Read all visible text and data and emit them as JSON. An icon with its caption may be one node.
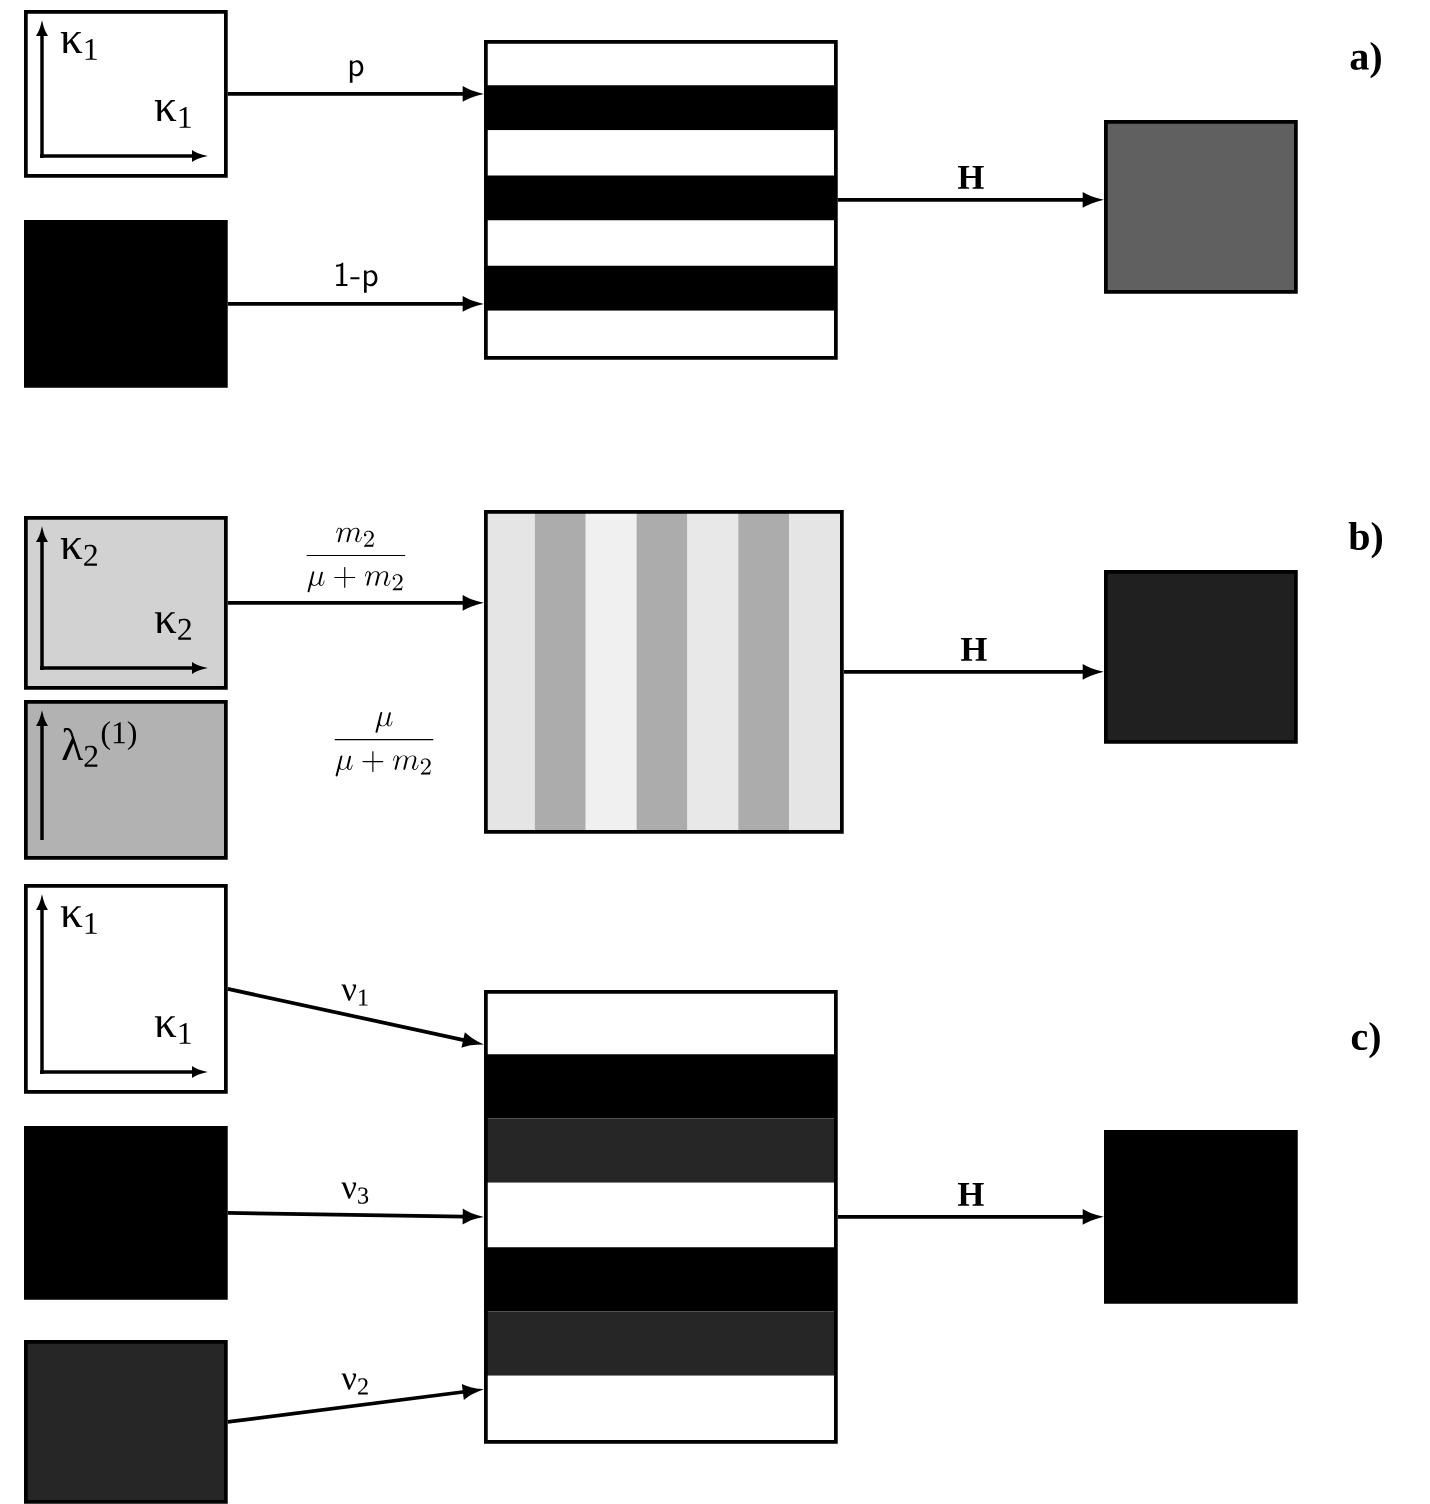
{
  "diagram": {
    "nodes": [
      {
        "text": [
          "κ$_{1}$",
          "κ$_{1}$"
        ]
      },
      {
        "text": [],
        "shape": "box"
      },
      {
        "text": [],
        "shape": "box"
      },
      {
        "text": [],
        "shape": "box"
      },
      {
        "text": [
          "κ$_{2}$",
          "κ$_{2}$"
        ]
      },
      {
        "text": [
          "λ$_{2}$$^{(1)}$"
        ]
      },
      {
        "text": [],
        "shape": "box"
      },
      {
        "text": [],
        "shape": "box"
      },
      {
        "text": [
          "κ$_{1}$",
          "κ$_{1}$"
        ]
      },
      {
        "text": [],
        "shape": "box"
      },
      {
        "text": [],
        "shape": "box"
      },
      {
        "text": [],
        "shape": "box"
      },
      {
        "text": [],
        "shape": "box"
      }
    ],
    "edges": [
      {
        "from": 0,
        "to": 2,
        "arrow": "to",
        "label": "p"
      },
      {
        "from": 1,
        "to": 2,
        "arrow": "to",
        "label": "1-p"
      },
      {
        "from": 2,
        "to": 3,
        "arrow": "to",
        "label": "H"
      },
      {
        "from": 4,
        "to": 6,
        "arrow": "to",
        "label": "\\frac{m_2}{\\mu+m_2}"
      },
      {
        "from": 6,
        "to": 7,
        "arrow": "to",
        "label": "H"
      },
      {
        "from": 8,
        "to": 11,
        "arrow": "to",
        "label": "ν$_{1}$"
      },
      {
        "from": 9,
        "to": 11,
        "arrow": "to",
        "label": "ν$_{3}$"
      },
      {
        "from": 10,
        "to": 11,
        "arrow": "to",
        "label": "ν$_{2}$"
      },
      {
        "from": 11,
        "to": 12,
        "arrow": "to",
        "label": "H"
      }
    ],
    "labels": [
      "a)",
      "b)",
      "\\frac{\\mu}{\\mu+m_2}",
      "c)"
    ]
  }
}
